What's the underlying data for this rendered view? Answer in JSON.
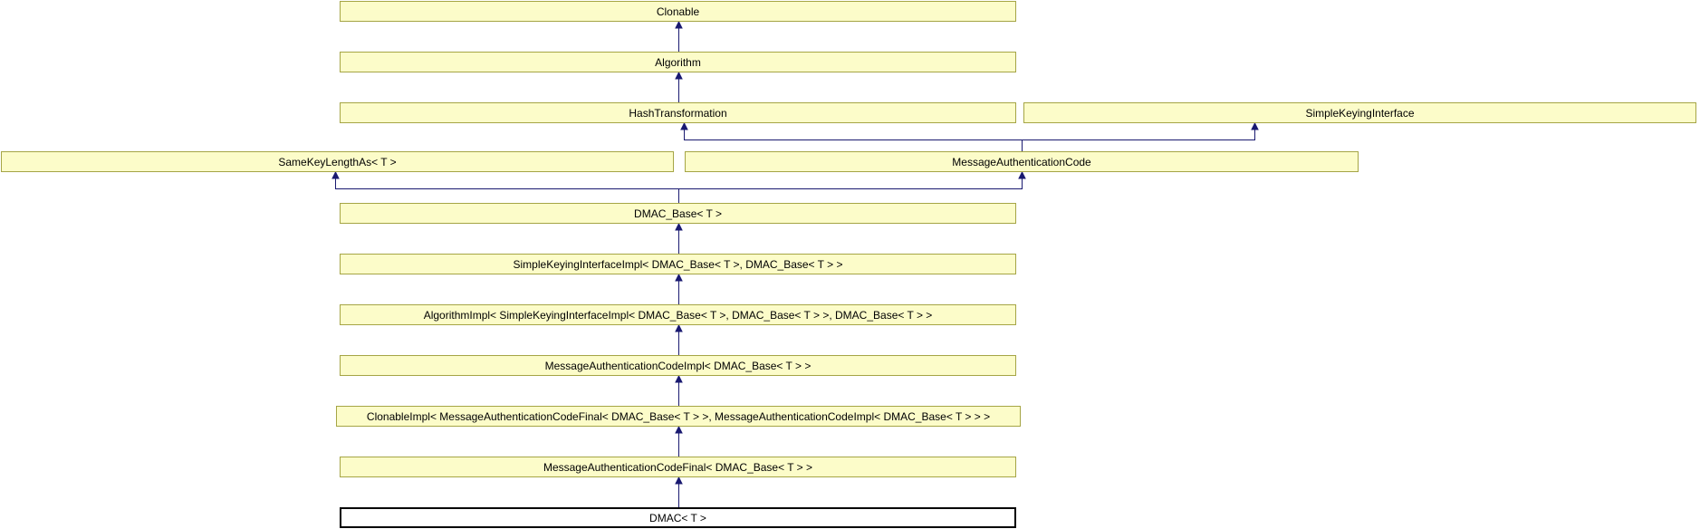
{
  "diagram": {
    "type": "class-inheritance-diagram",
    "current_class": "DMAC< T >",
    "nodes": [
      {
        "id": "clonable",
        "label": "Clonable"
      },
      {
        "id": "algorithm",
        "label": "Algorithm"
      },
      {
        "id": "hash-transformation",
        "label": "HashTransformation"
      },
      {
        "id": "simple-keying-interface",
        "label": "SimpleKeyingInterface"
      },
      {
        "id": "same-key-length-as",
        "label": "SameKeyLengthAs< T >"
      },
      {
        "id": "message-authentication-code",
        "label": "MessageAuthenticationCode"
      },
      {
        "id": "dmac-base",
        "label": "DMAC_Base< T >"
      },
      {
        "id": "simple-keying-interface-impl",
        "label": "SimpleKeyingInterfaceImpl< DMAC_Base< T >, DMAC_Base< T > >"
      },
      {
        "id": "algorithm-impl",
        "label": "AlgorithmImpl< SimpleKeyingInterfaceImpl< DMAC_Base< T >, DMAC_Base< T > >, DMAC_Base< T > >"
      },
      {
        "id": "message-authentication-code-impl",
        "label": "MessageAuthenticationCodeImpl< DMAC_Base< T > >"
      },
      {
        "id": "clonable-impl",
        "label": "ClonableImpl< MessageAuthenticationCodeFinal< DMAC_Base< T > >, MessageAuthenticationCodeImpl< DMAC_Base< T > > >"
      },
      {
        "id": "message-authentication-code-final",
        "label": "MessageAuthenticationCodeFinal< DMAC_Base< T > >"
      },
      {
        "id": "dmac",
        "label": "DMAC< T >",
        "current": true
      }
    ],
    "edges": [
      {
        "from": "Algorithm",
        "to": "Clonable"
      },
      {
        "from": "HashTransformation",
        "to": "Algorithm"
      },
      {
        "from": "MessageAuthenticationCode",
        "to": "HashTransformation"
      },
      {
        "from": "MessageAuthenticationCode",
        "to": "SimpleKeyingInterface"
      },
      {
        "from": "DMAC_Base< T >",
        "to": "SameKeyLengthAs< T >"
      },
      {
        "from": "DMAC_Base< T >",
        "to": "MessageAuthenticationCode"
      },
      {
        "from": "SimpleKeyingInterfaceImpl< DMAC_Base< T >, DMAC_Base< T > >",
        "to": "DMAC_Base< T >"
      },
      {
        "from": "AlgorithmImpl< SimpleKeyingInterfaceImpl< DMAC_Base< T >, DMAC_Base< T > >, DMAC_Base< T > >",
        "to": "SimpleKeyingInterfaceImpl< DMAC_Base< T >, DMAC_Base< T > >"
      },
      {
        "from": "MessageAuthenticationCodeImpl< DMAC_Base< T > >",
        "to": "AlgorithmImpl< SimpleKeyingInterfaceImpl< DMAC_Base< T >, DMAC_Base< T > >, DMAC_Base< T > >"
      },
      {
        "from": "ClonableImpl< MessageAuthenticationCodeFinal< DMAC_Base< T > >, MessageAuthenticationCodeImpl< DMAC_Base< T > > >",
        "to": "MessageAuthenticationCodeImpl< DMAC_Base< T > >"
      },
      {
        "from": "MessageAuthenticationCodeFinal< DMAC_Base< T > >",
        "to": "ClonableImpl< MessageAuthenticationCodeFinal< DMAC_Base< T > >, MessageAuthenticationCodeImpl< DMAC_Base< T > > >"
      },
      {
        "from": "DMAC< T >",
        "to": "MessageAuthenticationCodeFinal< DMAC_Base< T > >"
      }
    ]
  },
  "colors": {
    "background": "#FFFFFF",
    "node_fill": "#FCFCC9",
    "node_border": "#A5A545",
    "current_node_fill": "#FFFFFF",
    "current_node_border": "#000000",
    "edge_color": "#191970",
    "text_color": "#000000"
  }
}
